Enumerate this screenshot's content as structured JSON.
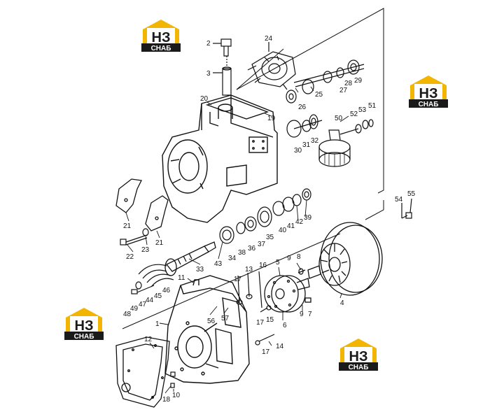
{
  "watermark": {
    "brand_top": "НЗ",
    "brand_bottom": "СНАБ",
    "accent": "#f2b500",
    "dark": "#1a1a1a"
  },
  "diagram": {
    "ink": "#111111",
    "callouts": [
      {
        "id": "c2",
        "text": "2"
      },
      {
        "id": "c3",
        "text": "3"
      },
      {
        "id": "c24",
        "text": "24"
      },
      {
        "id": "c20",
        "text": "20"
      },
      {
        "id": "c19",
        "text": "19"
      },
      {
        "id": "c26",
        "text": "26"
      },
      {
        "id": "c25",
        "text": "25"
      },
      {
        "id": "c27",
        "text": "27"
      },
      {
        "id": "c28",
        "text": "28"
      },
      {
        "id": "c29",
        "text": "29"
      },
      {
        "id": "c30",
        "text": "30"
      },
      {
        "id": "c31",
        "text": "31"
      },
      {
        "id": "c32",
        "text": "32"
      },
      {
        "id": "c50",
        "text": "50"
      },
      {
        "id": "c52",
        "text": "52"
      },
      {
        "id": "c53",
        "text": "53"
      },
      {
        "id": "c51",
        "text": "51"
      },
      {
        "id": "c21a",
        "text": "21"
      },
      {
        "id": "c21b",
        "text": "21"
      },
      {
        "id": "c22",
        "text": "22"
      },
      {
        "id": "c23",
        "text": "23"
      },
      {
        "id": "c33",
        "text": "33"
      },
      {
        "id": "c43",
        "text": "43"
      },
      {
        "id": "c34",
        "text": "34"
      },
      {
        "id": "c38",
        "text": "38"
      },
      {
        "id": "c36",
        "text": "36"
      },
      {
        "id": "c37",
        "text": "37"
      },
      {
        "id": "c35",
        "text": "35"
      },
      {
        "id": "c40",
        "text": "40"
      },
      {
        "id": "c41",
        "text": "41"
      },
      {
        "id": "c42",
        "text": "42"
      },
      {
        "id": "c39",
        "text": "39"
      },
      {
        "id": "c54",
        "text": "54"
      },
      {
        "id": "c55",
        "text": "55"
      },
      {
        "id": "c11",
        "text": "11"
      },
      {
        "id": "c48",
        "text": "48"
      },
      {
        "id": "c49",
        "text": "49"
      },
      {
        "id": "c47",
        "text": "47"
      },
      {
        "id": "c44",
        "text": "44"
      },
      {
        "id": "c45",
        "text": "45"
      },
      {
        "id": "c46",
        "text": "46"
      },
      {
        "id": "c13",
        "text": "13"
      },
      {
        "id": "c17a",
        "text": "17"
      },
      {
        "id": "c16",
        "text": "16"
      },
      {
        "id": "c5",
        "text": "5"
      },
      {
        "id": "c9a",
        "text": "9"
      },
      {
        "id": "c8",
        "text": "8"
      },
      {
        "id": "c56",
        "text": "56"
      },
      {
        "id": "c57",
        "text": "57"
      },
      {
        "id": "c1",
        "text": "1"
      },
      {
        "id": "c17b",
        "text": "17"
      },
      {
        "id": "c15",
        "text": "15"
      },
      {
        "id": "c6",
        "text": "6"
      },
      {
        "id": "c9b",
        "text": "9"
      },
      {
        "id": "c7",
        "text": "7"
      },
      {
        "id": "c4",
        "text": "4"
      },
      {
        "id": "c12",
        "text": "12"
      },
      {
        "id": "c17c",
        "text": "17"
      },
      {
        "id": "c14",
        "text": "14"
      },
      {
        "id": "c18",
        "text": "18"
      },
      {
        "id": "c10",
        "text": "10"
      }
    ]
  }
}
